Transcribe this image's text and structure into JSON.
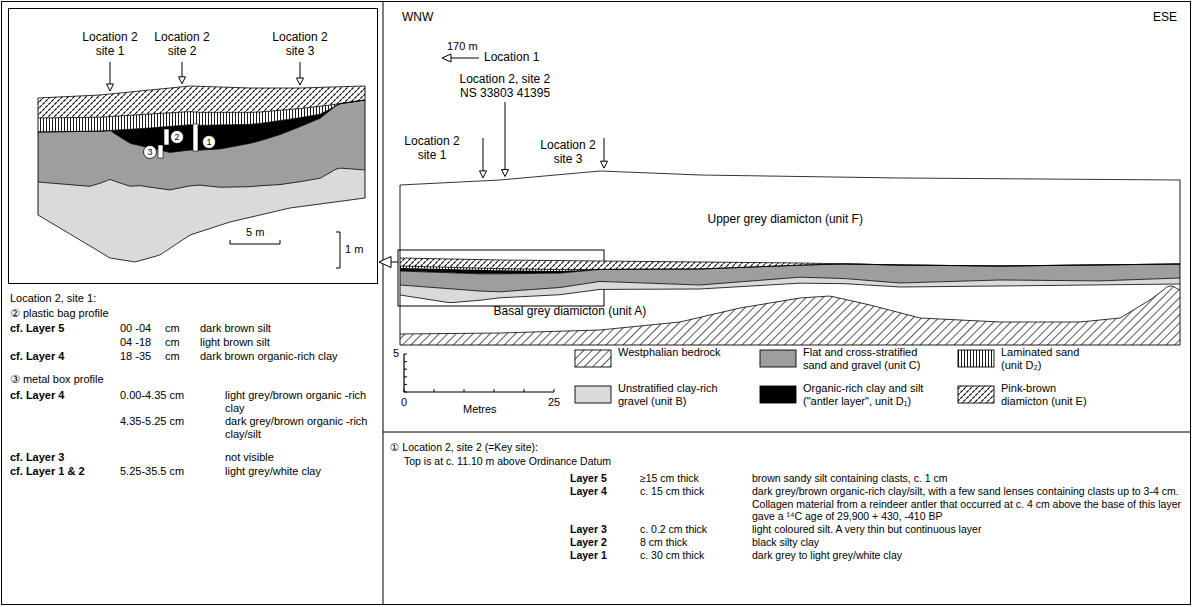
{
  "diagram": {
    "labels": [
      "Location 2 site 1",
      "Location 2 site 2",
      "Location 2 site 3",
      "2",
      "3",
      "1",
      "5 m",
      "1 m",
      "Location 2, site 1:",
      "② plastic bag profile",
      "cf. Layer 5",
      "00 -04",
      "cm",
      "dark brown silt",
      "04 -18",
      "cm",
      "light brown silt",
      "cf. Layer 4",
      "18 -35",
      "cm",
      "dark brown organic-rich clay",
      "③ metal box profile",
      "cf. Layer 4",
      "0.00-4.35 cm",
      "light grey/brown organic -rich clay",
      "4.35-5.25 cm",
      "dark grey/brown organic -rich clay/silt",
      "cf. Layer 3",
      "not visible",
      "cf. Layer 1 & 2",
      "5.25-35.5 cm",
      "light grey/white clay",
      "WNW",
      "ESE",
      "170 m",
      "Location 1",
      "Location 2, site 2",
      "NS 33803 41395",
      "Location 2 site 1",
      "Location 2 site 3",
      "Upper grey diamicton (unit F)",
      "Basal grey diamicton (unit A)",
      "5",
      "0",
      "Metres",
      "25",
      "① Location 2, site 2 (=Key site):",
      "Top is at c. 11.10 m above Ordinance Datum",
      "Layer 5",
      "≥15 cm thick",
      "brown sandy silt containing clasts, c. 1 cm",
      "Layer 4",
      "c. 15 cm thick",
      "dark grey/brown organic-rich clay/silt, with a few sand lenses containing clasts up to 3-4 cm. Collagen material from a reindeer antler that occurred at c. 4 cm above the base of this layer gave a ¹⁴C age of 29,900 + 430, -410 BP",
      "Layer 3",
      "c. 0.2 cm thick",
      "light coloured silt. A very thin but continuous layer",
      "Layer 2",
      "8 cm thick",
      "black silty clay",
      "Layer 1",
      "c. 30 cm thick",
      "dark grey to light grey/white clay"
    ],
    "legend": [
      {
        "text": "Westphalian bedrock"
      },
      {
        "text": "Flat and cross-stratified sand and gravel (unit C)",
        "color": "#9e9e9e"
      },
      {
        "text": "Laminated sand (unit D₂)"
      },
      {
        "text": "Unstratified clay-rich gravel (unit B)",
        "color": "#dadada"
      },
      {
        "text": "Organic-rich clay and silt (\"antler layer\", unit D₁)",
        "color": "#000000"
      },
      {
        "text": "Pink-brown diamicton (unit E)"
      }
    ]
  }
}
